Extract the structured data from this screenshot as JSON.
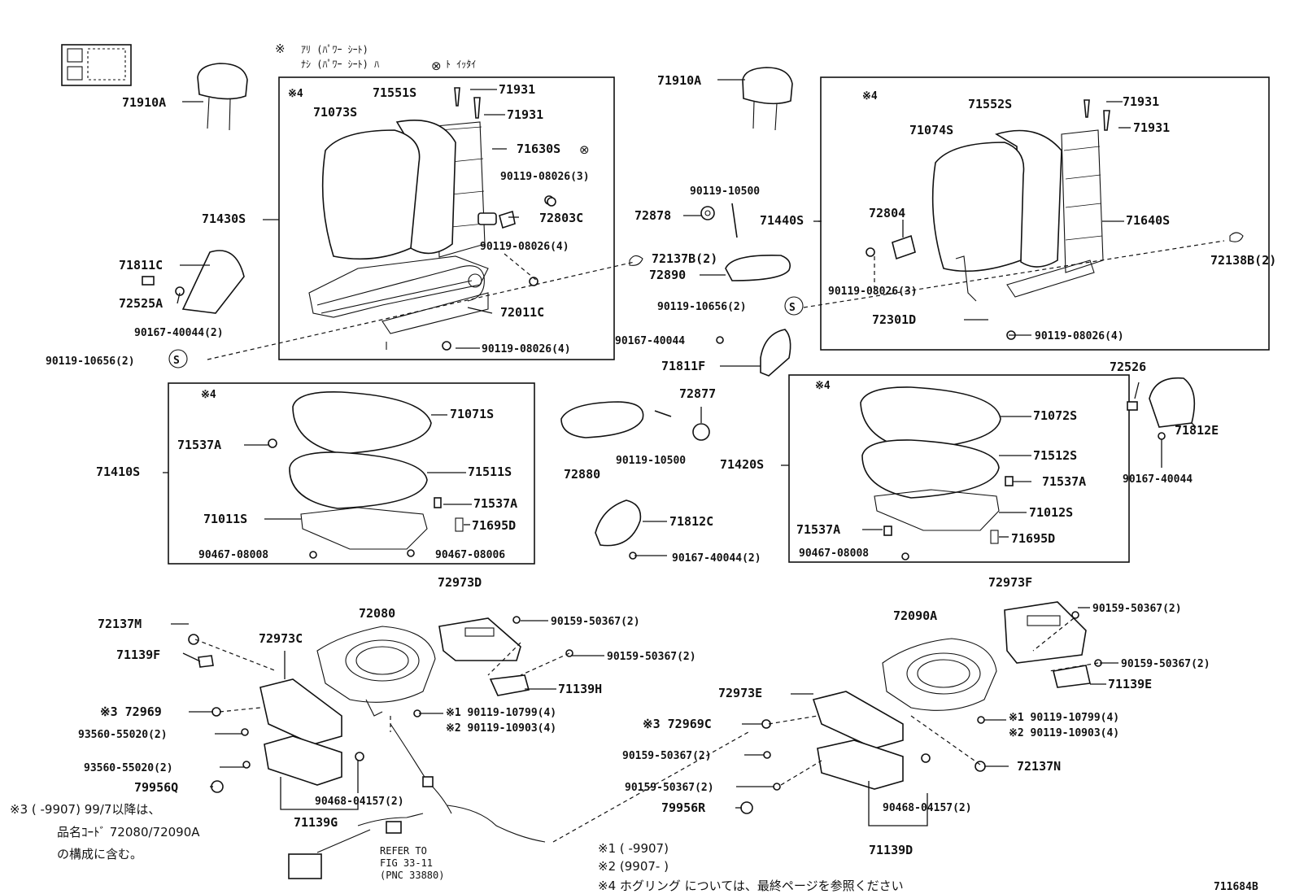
{
  "figure_id": "711684B",
  "legend_box": {
    "mark": "※",
    "line1": "ｱﾘ (ﾊﾟﾜｰ ｼｰﾄ)",
    "line2": "ﾅｼ (ﾊﾟﾜｰ ｼｰﾄ)  ﾊ",
    "line2_mark": "⊗",
    "line2_tail": "ﾄ ｲｯﾀｲ"
  },
  "callouts": {
    "p71910A_l": "71910A",
    "p71551S": "71551S",
    "p71931_a": "71931",
    "p71931_b": "71931",
    "p71073S": "71073S",
    "p71630S": "71630S",
    "p90119_08026_3": "90119-08026(3)",
    "p71430S": "71430S",
    "p72803C": "72803C",
    "p90119_08026_4a": "90119-08026(4)",
    "p71811C": "71811C",
    "p72525A": "72525A",
    "p90167_40044_2a": "90167-40044(2)",
    "p72011C": "72011C",
    "p90119_08026_4b": "90119-08026(4)",
    "p90119_10656_2a": "90119-10656(2)",
    "mark4_a": "※4",
    "mark4_b": "※4",
    "mark4_c": "※4",
    "mark4_d": "※4",
    "p71910A_r": "71910A",
    "p90119_10500_a": "90119-10500",
    "p72878": "72878",
    "p71440S": "71440S",
    "p72137B": "72137B(2)",
    "p72890": "72890",
    "p90119_10656_2b": "90119-10656(2)",
    "p90167_40044_c": "90167-40044",
    "p71811F": "71811F",
    "p71552S": "71552S",
    "p71931_c": "71931",
    "p71931_d": "71931",
    "p71074S": "71074S",
    "p72804": "72804",
    "p71640S": "71640S",
    "p72138B": "72138B(2)",
    "p90119_08026_3b": "90119-08026(3)",
    "p72301D": "72301D",
    "p90119_08026_4c": "90119-08026(4)",
    "p71071S": "71071S",
    "p71537A_a": "71537A",
    "p71410S": "71410S",
    "p71511S": "71511S",
    "p71537A_b": "71537A",
    "p71011S": "71011S",
    "p71695D_a": "71695D",
    "p90467_08008_a": "90467-08008",
    "p90467_08006": "90467-08006",
    "p72877": "72877",
    "p72880": "72880",
    "p90119_10500_b": "90119-10500",
    "p71812C": "71812C",
    "p90167_40044_2b": "90167-40044(2)",
    "p72526": "72526",
    "p71812E": "71812E",
    "p90167_40044_d": "90167-40044",
    "p71072S": "71072S",
    "p71420S": "71420S",
    "p71512S": "71512S",
    "p71537A_c": "71537A",
    "p71012S": "71012S",
    "p71537A_d": "71537A",
    "p71695D_b": "71695D",
    "p90467_08008_b": "90467-08008",
    "p72973D": "72973D",
    "p72080": "72080",
    "p90159_50367_2a": "90159-50367(2)",
    "p90159_50367_2b": "90159-50367(2)",
    "p72137M": "72137M",
    "p72973C": "72973C",
    "p71139F": "71139F",
    "p71139H": "71139H",
    "m3_72969": "※3 72969",
    "m1_90119_10799_a": "※1 90119-10799(4)",
    "m2_90119_10903_a": "※2 90119-10903(4)",
    "p93560_55020_2a": "93560-55020(2)",
    "p93560_55020_2b": "93560-55020(2)",
    "p79956Q": "79956Q",
    "p90468_04157_2a": "90468-04157(2)",
    "p71139G": "71139G",
    "refer1": "REFER TO",
    "refer2": "FIG 33-11",
    "refer3": "(PNC 33880)",
    "p72973F": "72973F",
    "p90159_50367_2c": "90159-50367(2)",
    "p72090A": "72090A",
    "p90159_50367_2d": "90159-50367(2)",
    "p71139E": "71139E",
    "p72973E": "72973E",
    "m3_72969C": "※3 72969C",
    "m1_90119_10799_b": "※1 90119-10799(4)",
    "m2_90119_10903_b": "※2 90119-10903(4)",
    "p90159_50367_2e": "90159-50367(2)",
    "p72137N": "72137N",
    "p90159_50367_2f": "90159-50367(2)",
    "p79956R": "79956R",
    "p90468_04157_2b": "90468-04157(2)",
    "p71139D": "71139D"
  },
  "footnotes": {
    "n3_line1": "※3 (      -9907) 99/7以降は、",
    "n3_line2": "品名ｺｰﾄﾞ 72080/72090A",
    "n3_line3": "の構成に含む。",
    "n1": "※1  (      -9907)",
    "n2": "※2  (9907-      )",
    "n4": "※4 ホグリング については、最終ページを参照ください"
  }
}
